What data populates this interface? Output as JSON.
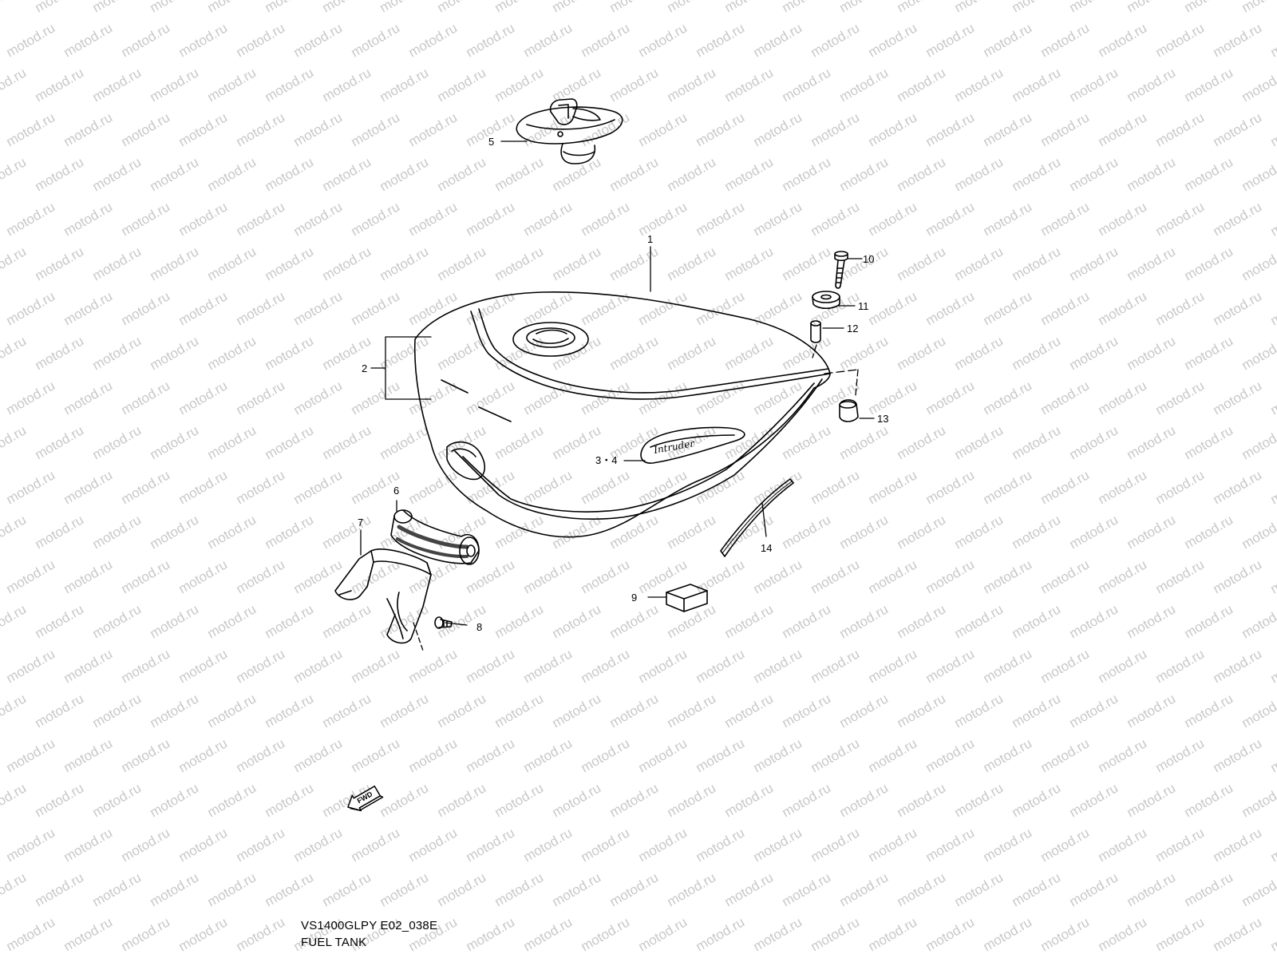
{
  "watermark": {
    "text": "motod.ru",
    "color": "#c8c8c8"
  },
  "diagram": {
    "callouts": {
      "c1": "1",
      "c2": "2",
      "c34": "3・4",
      "c5": "5",
      "c6": "6",
      "c7": "7",
      "c8": "8",
      "c9": "9",
      "c10": "10",
      "c11": "11",
      "c12": "12",
      "c13": "13",
      "c14": "14"
    },
    "emblem_text": "Intruder",
    "fwd_text": "FWD",
    "line_color": "#000000"
  },
  "caption": {
    "model_code": "VS1400GLPY E02_038E",
    "title": "FUEL TANK"
  }
}
